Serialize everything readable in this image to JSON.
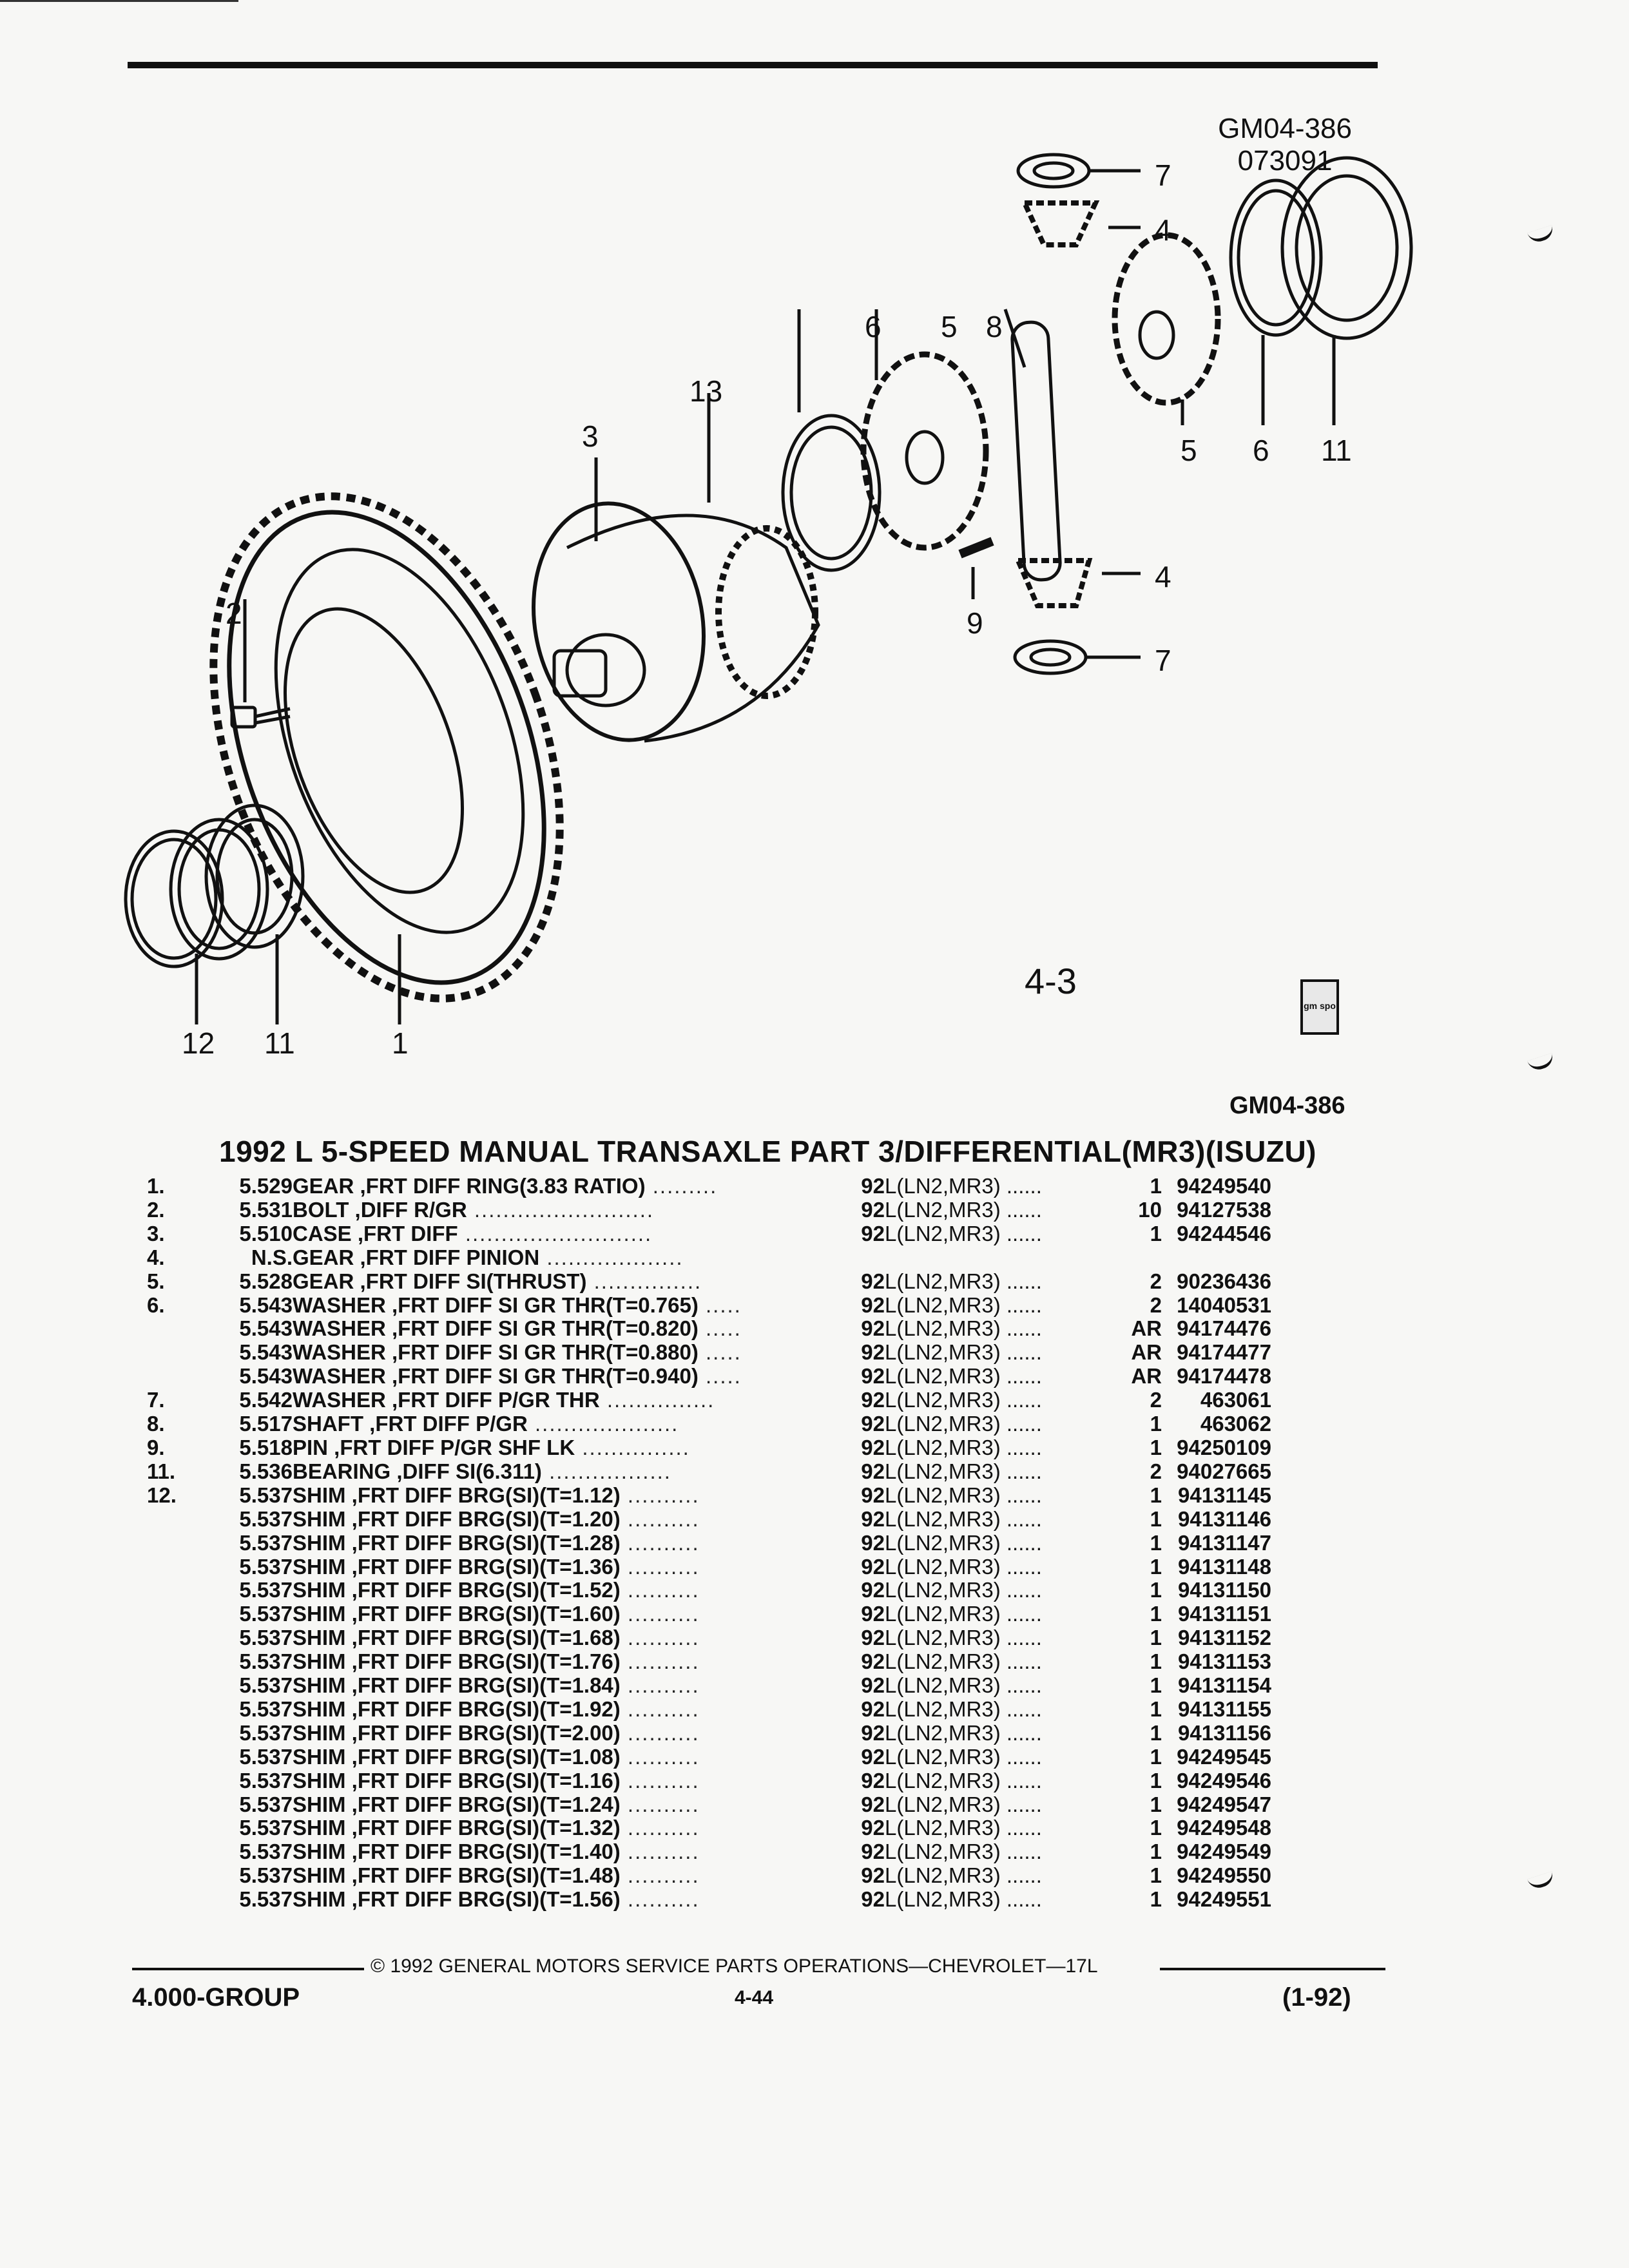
{
  "figure": {
    "id_lines": [
      "GM04-386",
      "073091"
    ],
    "callouts": [
      "7",
      "4",
      "6",
      "5",
      "8",
      "13",
      "3",
      "5",
      "6",
      "11",
      "2",
      "4",
      "9",
      "7",
      "12",
      "11",
      "1"
    ],
    "page_ref": "4-3",
    "logo_text": "gm spo",
    "ref_code": "GM04-386"
  },
  "title": "1992 L 5-SPEED MANUAL TRANSAXLE PART 3/DIFFERENTIAL(MR3)(ISUZU)",
  "parts": [
    {
      "item": "1.",
      "cat": "5.529",
      "desc": "GEAR ,FRT DIFF RING(3.83 RATIO)",
      "yr": "92",
      "app": "L(LN2,MR3)",
      "qty": "1",
      "pn": "94249540"
    },
    {
      "item": "2.",
      "cat": "5.531",
      "desc": "BOLT ,DIFF R/GR",
      "yr": "92",
      "app": "L(LN2,MR3)",
      "qty": "10",
      "pn": "94127538"
    },
    {
      "item": "3.",
      "cat": "5.510",
      "desc": "CASE ,FRT DIFF",
      "yr": "92",
      "app": "L(LN2,MR3)",
      "qty": "1",
      "pn": "94244546"
    },
    {
      "item": "4.",
      "cat": "N.S.",
      "desc": "GEAR ,FRT DIFF PINION",
      "yr": "",
      "app": "",
      "qty": "",
      "pn": ""
    },
    {
      "item": "5.",
      "cat": "5.528",
      "desc": "GEAR ,FRT DIFF SI(THRUST)",
      "yr": "92",
      "app": "L(LN2,MR3)",
      "qty": "2",
      "pn": "90236436"
    },
    {
      "item": "6.",
      "cat": "5.543",
      "desc": "WASHER ,FRT DIFF SI GR THR(T=0.765)",
      "yr": "92",
      "app": "L(LN2,MR3)",
      "qty": "2",
      "pn": "14040531"
    },
    {
      "item": "",
      "cat": "5.543",
      "desc": "WASHER ,FRT DIFF SI GR THR(T=0.820)",
      "yr": "92",
      "app": "L(LN2,MR3)",
      "qty": "AR",
      "pn": "94174476"
    },
    {
      "item": "",
      "cat": "5.543",
      "desc": "WASHER ,FRT DIFF SI GR THR(T=0.880)",
      "yr": "92",
      "app": "L(LN2,MR3)",
      "qty": "AR",
      "pn": "94174477"
    },
    {
      "item": "",
      "cat": "5.543",
      "desc": "WASHER ,FRT DIFF SI GR THR(T=0.940)",
      "yr": "92",
      "app": "L(LN2,MR3)",
      "qty": "AR",
      "pn": "94174478"
    },
    {
      "item": "7.",
      "cat": "5.542",
      "desc": "WASHER ,FRT DIFF P/GR THR",
      "yr": "92",
      "app": "L(LN2,MR3)",
      "qty": "2",
      "pn": "463061"
    },
    {
      "item": "8.",
      "cat": "5.517",
      "desc": "SHAFT ,FRT DIFF P/GR",
      "yr": "92",
      "app": "L(LN2,MR3)",
      "qty": "1",
      "pn": "463062"
    },
    {
      "item": "9.",
      "cat": "5.518",
      "desc": "PIN ,FRT DIFF P/GR SHF LK",
      "yr": "92",
      "app": "L(LN2,MR3)",
      "qty": "1",
      "pn": "94250109"
    },
    {
      "item": "11.",
      "cat": "5.536",
      "desc": "BEARING ,DIFF SI(6.311)",
      "yr": "92",
      "app": "L(LN2,MR3)",
      "qty": "2",
      "pn": "94027665"
    },
    {
      "item": "12.",
      "cat": "5.537",
      "desc": "SHIM ,FRT DIFF BRG(SI)(T=1.12)",
      "yr": "92",
      "app": "L(LN2,MR3)",
      "qty": "1",
      "pn": "94131145"
    },
    {
      "item": "",
      "cat": "5.537",
      "desc": "SHIM ,FRT DIFF BRG(SI)(T=1.20)",
      "yr": "92",
      "app": "L(LN2,MR3)",
      "qty": "1",
      "pn": "94131146"
    },
    {
      "item": "",
      "cat": "5.537",
      "desc": "SHIM ,FRT DIFF BRG(SI)(T=1.28)",
      "yr": "92",
      "app": "L(LN2,MR3)",
      "qty": "1",
      "pn": "94131147"
    },
    {
      "item": "",
      "cat": "5.537",
      "desc": "SHIM ,FRT DIFF BRG(SI)(T=1.36)",
      "yr": "92",
      "app": "L(LN2,MR3)",
      "qty": "1",
      "pn": "94131148"
    },
    {
      "item": "",
      "cat": "5.537",
      "desc": "SHIM ,FRT DIFF BRG(SI)(T=1.52)",
      "yr": "92",
      "app": "L(LN2,MR3)",
      "qty": "1",
      "pn": "94131150"
    },
    {
      "item": "",
      "cat": "5.537",
      "desc": "SHIM ,FRT DIFF BRG(SI)(T=1.60)",
      "yr": "92",
      "app": "L(LN2,MR3)",
      "qty": "1",
      "pn": "94131151"
    },
    {
      "item": "",
      "cat": "5.537",
      "desc": "SHIM ,FRT DIFF BRG(SI)(T=1.68)",
      "yr": "92",
      "app": "L(LN2,MR3)",
      "qty": "1",
      "pn": "94131152"
    },
    {
      "item": "",
      "cat": "5.537",
      "desc": "SHIM ,FRT DIFF BRG(SI)(T=1.76)",
      "yr": "92",
      "app": "L(LN2,MR3)",
      "qty": "1",
      "pn": "94131153"
    },
    {
      "item": "",
      "cat": "5.537",
      "desc": "SHIM ,FRT DIFF BRG(SI)(T=1.84)",
      "yr": "92",
      "app": "L(LN2,MR3)",
      "qty": "1",
      "pn": "94131154"
    },
    {
      "item": "",
      "cat": "5.537",
      "desc": "SHIM ,FRT DIFF BRG(SI)(T=1.92)",
      "yr": "92",
      "app": "L(LN2,MR3)",
      "qty": "1",
      "pn": "94131155"
    },
    {
      "item": "",
      "cat": "5.537",
      "desc": "SHIM ,FRT DIFF BRG(SI)(T=2.00)",
      "yr": "92",
      "app": "L(LN2,MR3)",
      "qty": "1",
      "pn": "94131156"
    },
    {
      "item": "",
      "cat": "5.537",
      "desc": "SHIM ,FRT DIFF BRG(SI)(T=1.08)",
      "yr": "92",
      "app": "L(LN2,MR3)",
      "qty": "1",
      "pn": "94249545"
    },
    {
      "item": "",
      "cat": "5.537",
      "desc": "SHIM ,FRT DIFF BRG(SI)(T=1.16)",
      "yr": "92",
      "app": "L(LN2,MR3)",
      "qty": "1",
      "pn": "94249546"
    },
    {
      "item": "",
      "cat": "5.537",
      "desc": "SHIM ,FRT DIFF BRG(SI)(T=1.24)",
      "yr": "92",
      "app": "L(LN2,MR3)",
      "qty": "1",
      "pn": "94249547"
    },
    {
      "item": "",
      "cat": "5.537",
      "desc": "SHIM ,FRT DIFF BRG(SI)(T=1.32)",
      "yr": "92",
      "app": "L(LN2,MR3)",
      "qty": "1",
      "pn": "94249548"
    },
    {
      "item": "",
      "cat": "5.537",
      "desc": "SHIM ,FRT DIFF BRG(SI)(T=1.40)",
      "yr": "92",
      "app": "L(LN2,MR3)",
      "qty": "1",
      "pn": "94249549"
    },
    {
      "item": "",
      "cat": "5.537",
      "desc": "SHIM ,FRT DIFF BRG(SI)(T=1.48)",
      "yr": "92",
      "app": "L(LN2,MR3)",
      "qty": "1",
      "pn": "94249550"
    },
    {
      "item": "",
      "cat": "5.537",
      "desc": "SHIM ,FRT DIFF BRG(SI)(T=1.56)",
      "yr": "92",
      "app": "L(LN2,MR3)",
      "qty": "1",
      "pn": "94249551"
    }
  ],
  "footer": {
    "copyright": "© 1992 GENERAL MOTORS SERVICE PARTS OPERATIONS—CHEVROLET—17L",
    "group": "4.000-GROUP",
    "page": "4-44",
    "date": "(1-92)"
  }
}
